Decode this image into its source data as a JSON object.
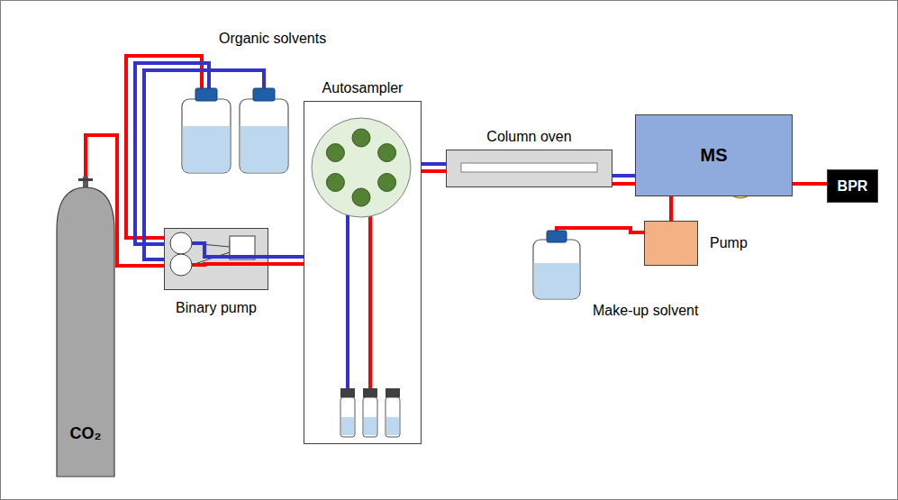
{
  "diagram": {
    "nodes": [
      {
        "text": [
          "CO₂"
        ]
      },
      {
        "text": [
          "Binary pump"
        ]
      },
      {
        "text": [
          "Autosampler"
        ]
      },
      {
        "text": [
          "Column oven"
        ]
      },
      {
        "text": [
          "MS"
        ]
      },
      {
        "text": [
          "Pump"
        ]
      },
      {
        "text": [
          "BPR"
        ]
      }
    ],
    "edges": [
      {
        "from": 0,
        "to": 1,
        "arrow": "none"
      },
      {
        "from": 1,
        "to": 2,
        "arrow": "none"
      },
      {
        "from": 2,
        "to": 3,
        "arrow": "none"
      },
      {
        "from": 3,
        "to": 4,
        "arrow": "none"
      },
      {
        "from": 3,
        "to": 6,
        "arrow": "none"
      },
      {
        "from": 5,
        "to": 6,
        "arrow": "none"
      }
    ],
    "labels": [
      "Organic solvents",
      "Make-up solvent"
    ]
  }
}
